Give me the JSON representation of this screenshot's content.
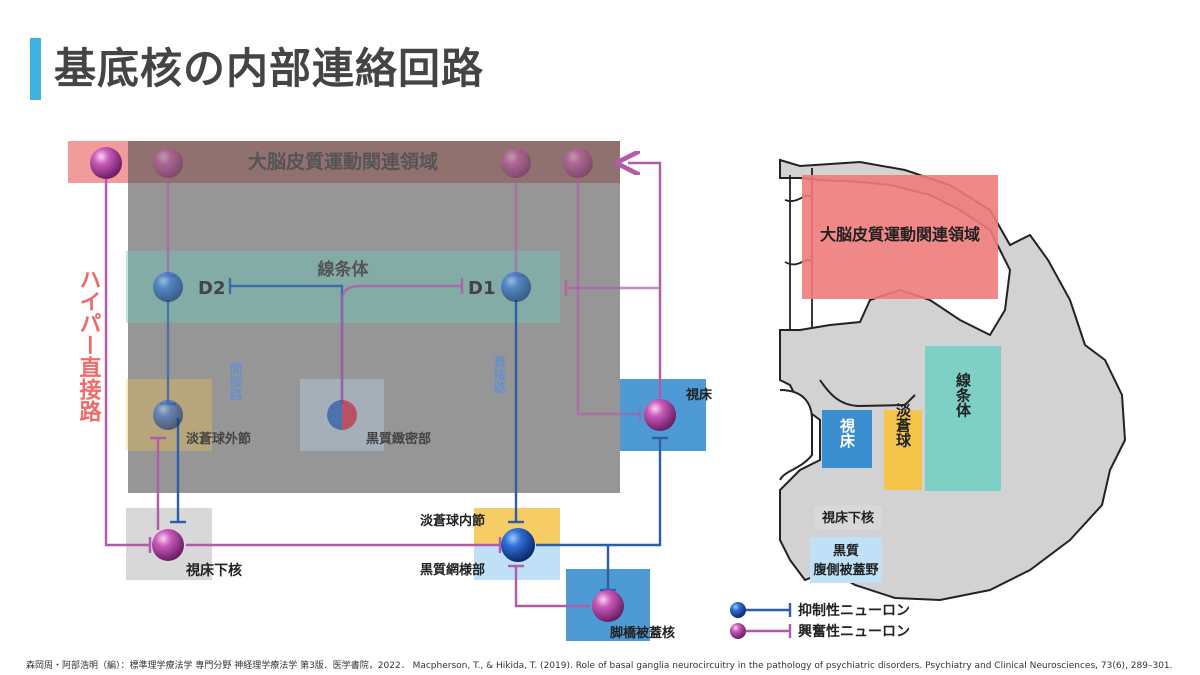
{
  "title": "基底核の内部連絡回路",
  "labels": {
    "cortex": "大脳皮質運動関連領域",
    "striatum": "線条体",
    "d2": "D2",
    "d1": "D1",
    "indirect_path": "間接路",
    "direct_path": "直接路",
    "hyper_direct": "ハイパー直接路",
    "gpe": "淡蒼球外節",
    "snc": "黒質緻密部",
    "thalamus": "視床",
    "stn": "視床下核",
    "gpi": "淡蒼球内節",
    "snr": "黒質網様部",
    "ppn": "脚橋被蓋核"
  },
  "legend": {
    "inhibitory": "抑制性ニューロン",
    "excitatory": "興奮性ニューロン"
  },
  "brain": {
    "cortex": "大脳皮質運動関連領域",
    "thalamus": "視床",
    "gp": "淡蒼球",
    "striatum": "線条体",
    "stn": "視床下核",
    "sn": "黒質\n腹側被蓋野"
  },
  "citation": "森岡周・阿部浩明（編）：標準理学療法学 専門分野 神経理学療法学 第3版．医学書院，2022． Macpherson, T., & Hikida, T. (2019). Role of basal ganglia neurocircuitry in the pathology of psychiatric disorders. Psychiatry and Clinical Neurosciences, 73(6), 289–301.",
  "colors": {
    "inhibitory": "#2f5ea8",
    "excitatory": "#b35aa8",
    "accent": "#3db2e0",
    "cortex": "#ef6b6b",
    "striatum": "#6cc7bd",
    "thalamus": "#3b8fcf",
    "gp": "#f5c44a",
    "stn": "#cfcfcf",
    "sn": "#bfe0f7"
  }
}
